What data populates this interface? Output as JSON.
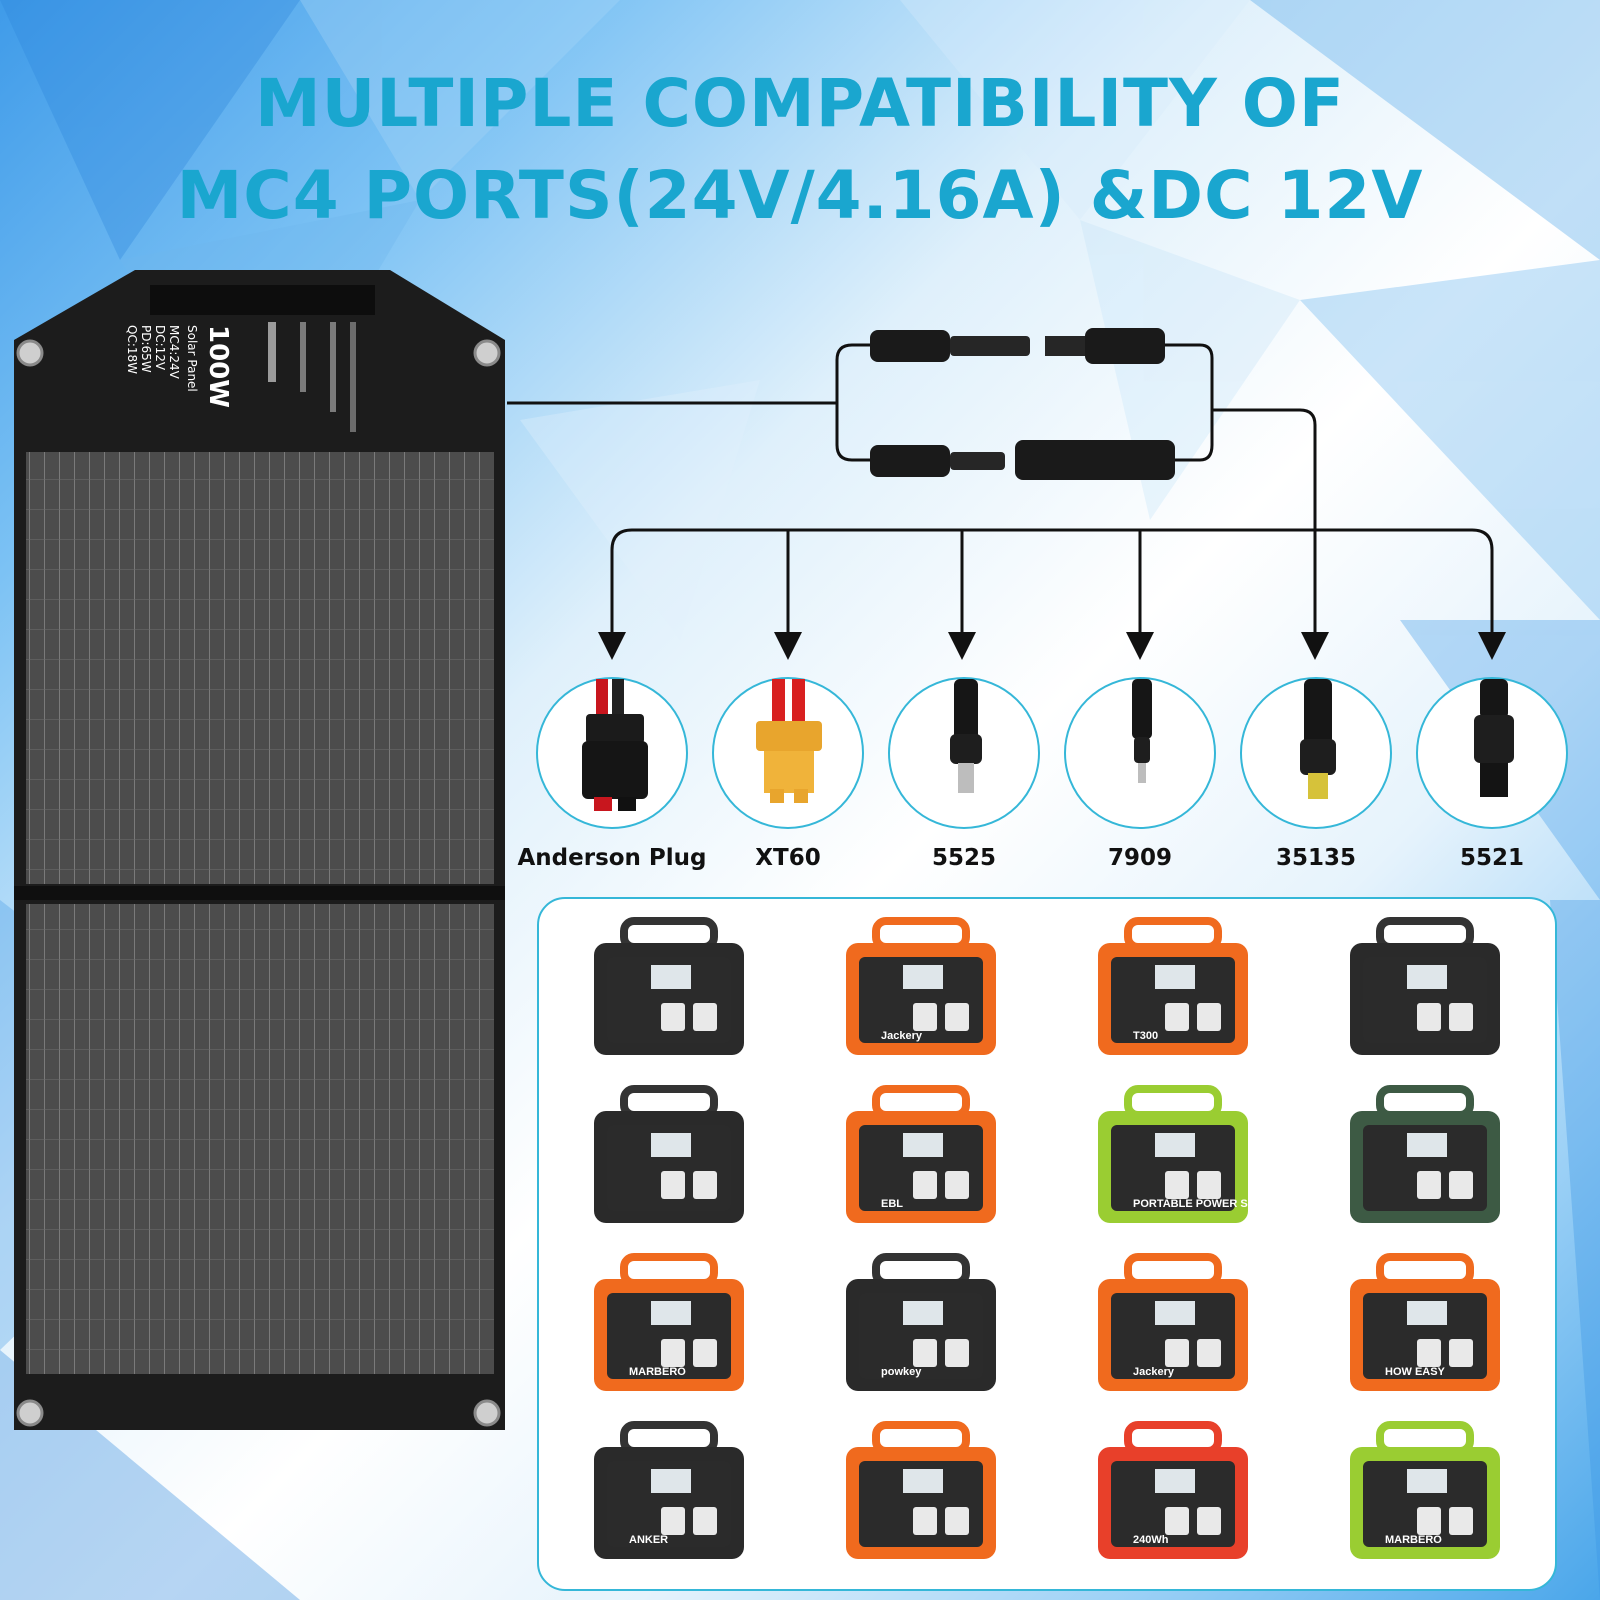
{
  "headline": {
    "line1": "MULTIPLE COMPATIBILITY OF",
    "line2": "MC4 PORTS(24V/4.16A) &DC 12V"
  },
  "panel": {
    "title": "100W",
    "subtitle": "Solar Panel",
    "specs": [
      "MC4:24V",
      "DC:12V",
      "PD:65W",
      "QC:18W"
    ]
  },
  "connectors": [
    {
      "label": "Anderson Plug",
      "icon": "anderson-plug-icon"
    },
    {
      "label": "XT60",
      "icon": "xt60-connector-icon"
    },
    {
      "label": "5525",
      "icon": "dc5525-plug-icon"
    },
    {
      "label": "7909",
      "icon": "dc7909-plug-icon"
    },
    {
      "label": "35135",
      "icon": "dc35135-plug-icon"
    },
    {
      "label": "5521",
      "icon": "dc5521-plug-icon"
    }
  ],
  "devices": [
    {
      "icon": "power-station-icon",
      "accent": "#2a2a2a",
      "label": ""
    },
    {
      "icon": "jackery-station-icon",
      "accent": "#f06a1e",
      "label": "Jackery"
    },
    {
      "icon": "brecell-station-icon",
      "accent": "#f06a1e",
      "label": "T300"
    },
    {
      "icon": "compact-station-icon",
      "accent": "#2a2a2a",
      "label": ""
    },
    {
      "icon": "power-station-icon",
      "accent": "#2a2a2a",
      "label": ""
    },
    {
      "icon": "ebl-station-icon",
      "accent": "#f06a1e",
      "label": "EBL"
    },
    {
      "icon": "portable-power-supply-icon",
      "accent": "#9acd32",
      "label": "PORTABLE POWER SUPPLY"
    },
    {
      "icon": "lantern-station-icon",
      "accent": "#3d5a44",
      "label": ""
    },
    {
      "icon": "marbero-station-icon",
      "accent": "#f06a1e",
      "label": "MARBERO"
    },
    {
      "icon": "powkey-station-icon",
      "accent": "#2a2a2a",
      "label": "powkey"
    },
    {
      "icon": "jackery-station-icon",
      "accent": "#f06a1e",
      "label": "Jackery"
    },
    {
      "icon": "howeasy-station-icon",
      "accent": "#f06a1e",
      "label": "HOW EASY"
    },
    {
      "icon": "anker-station-icon",
      "accent": "#2a2a2a",
      "label": "ANKER"
    },
    {
      "icon": "power-station-icon",
      "accent": "#f06a1e",
      "label": ""
    },
    {
      "icon": "tokki-station-icon",
      "accent": "#e8402a",
      "label": "240Wh"
    },
    {
      "icon": "marbero-station-icon",
      "accent": "#9acd32",
      "label": "MARBERO"
    }
  ],
  "colors": {
    "accent": "#1aa6cf",
    "border": "#35b7d8",
    "panel": "#1c1c1c",
    "orange": "#f06a1e"
  }
}
